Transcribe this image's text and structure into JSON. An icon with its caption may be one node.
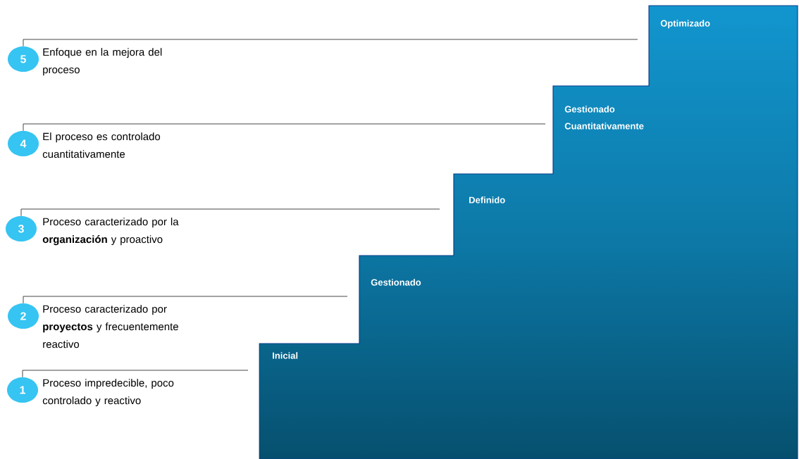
{
  "diagram": {
    "nodes": [
      {
        "text": [
          "5"
        ],
        "beside": [
          "Enfoque en la mejora del proceso"
        ]
      },
      {
        "text": [
          "Optimizado"
        ]
      },
      {
        "text": [
          "4"
        ],
        "beside": [
          "El proceso es controlado cuantitativamente"
        ]
      },
      {
        "text": [
          "Gestionado Cuantitativamente"
        ]
      },
      {
        "text": [
          "3"
        ],
        "beside": [
          "Proceso caracterizado por la **organización** y proactivo"
        ]
      },
      {
        "text": [
          "Definido"
        ]
      },
      {
        "text": [
          "2"
        ],
        "beside": [
          "Proceso caracterizado por **proyectos** y frecuentemente reactivo"
        ]
      },
      {
        "text": [
          "Gestionado"
        ]
      },
      {
        "text": [
          "1"
        ],
        "beside": [
          "Proceso impredecible, poco controlado y reactivo"
        ]
      },
      {
        "text": [
          "Inicial"
        ]
      }
    ],
    "edges": [
      {
        "from": 0,
        "to": 1,
        "arrow": "none"
      },
      {
        "from": 2,
        "to": 3,
        "arrow": "none"
      },
      {
        "from": 4,
        "to": 5,
        "arrow": "none"
      },
      {
        "from": 6,
        "to": 7,
        "arrow": "none"
      },
      {
        "from": 8,
        "to": 9,
        "arrow": "none"
      }
    ]
  }
}
